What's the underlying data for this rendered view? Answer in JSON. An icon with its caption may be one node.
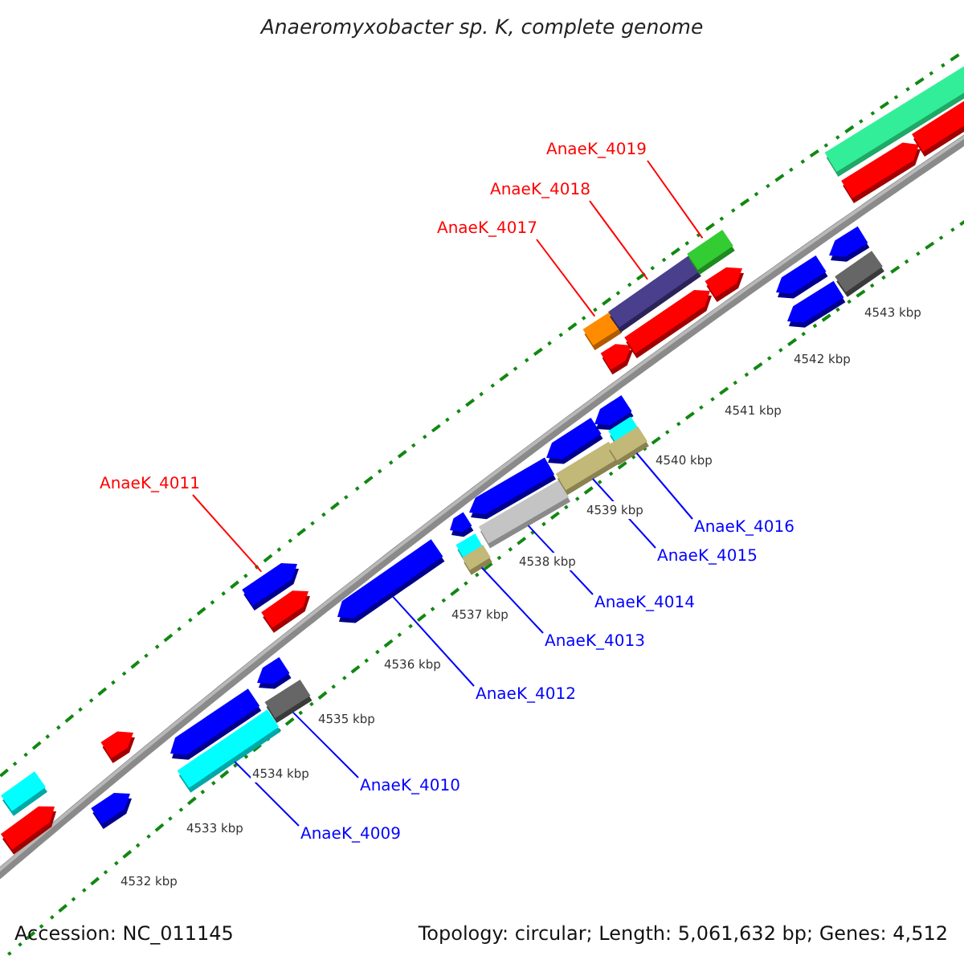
{
  "diagram": {
    "title": "Anaeromyxobacter sp. K, complete genome",
    "nodes": [
      {
        "text": [
          "AnaeK_4019"
        ]
      },
      {
        "text": [
          "AnaeK_4018"
        ]
      },
      {
        "text": [
          "AnaeK_4017"
        ]
      },
      {
        "text": [
          "AnaeK_4011"
        ]
      },
      {
        "text": [
          "AnaeK_4016"
        ]
      },
      {
        "text": [
          "AnaeK_4015"
        ]
      },
      {
        "text": [
          "AnaeK_4014"
        ]
      },
      {
        "text": [
          "AnaeK_4013"
        ]
      },
      {
        "text": [
          "AnaeK_4012"
        ]
      },
      {
        "text": [
          "AnaeK_4010"
        ]
      },
      {
        "text": [
          "AnaeK_4009"
        ]
      },
      {
        "text": [],
        "shape": "box"
      },
      {
        "text": [],
        "shape": "pentagon"
      },
      {
        "text": [],
        "shape": "pentagon"
      },
      {
        "text": [],
        "shape": "pentagon"
      },
      {
        "text": [],
        "shape": "pentagon"
      },
      {
        "text": [],
        "shape": "box"
      },
      {
        "text": [],
        "shape": "pentagon"
      },
      {
        "text": [],
        "shape": "pentagon"
      },
      {
        "text": [],
        "shape": "box"
      },
      {
        "text": [],
        "shape": "pentagon"
      },
      {
        "text": [],
        "shape": "pentagon"
      },
      {
        "text": [],
        "shape": "pentagon"
      },
      {
        "text": [],
        "shape": "box"
      },
      {
        "text": [],
        "shape": "box"
      },
      {
        "text": [],
        "shape": "pentagon"
      },
      {
        "text": [],
        "shape": "box"
      },
      {
        "text": [],
        "shape": "pentagon"
      },
      {
        "text": [],
        "shape": "box"
      },
      {
        "text": [],
        "shape": "box"
      },
      {
        "text": [],
        "shape": "pentagon"
      },
      {
        "text": [],
        "shape": "pentagon"
      },
      {
        "text": [],
        "shape": "box"
      },
      {
        "text": [],
        "shape": "box"
      },
      {
        "text": [],
        "shape": "box"
      },
      {
        "text": [],
        "shape": "pentagon"
      },
      {
        "text": [],
        "shape": "box"
      },
      {
        "text": [],
        "shape": "pentagon"
      },
      {
        "text": [],
        "shape": "pentagon"
      },
      {
        "text": [],
        "shape": "pentagon"
      },
      {
        "text": [],
        "shape": "pentagon"
      },
      {
        "text": [],
        "shape": "box"
      },
      {
        "text": [],
        "shape": "pentagon"
      },
      {
        "text": [],
        "shape": "box"
      },
      {
        "text": [],
        "shape": "pentagon"
      }
    ],
    "edges": [
      {
        "from": 0,
        "to": 36,
        "arrow": "none",
        "color": "#ff0000"
      },
      {
        "from": 1,
        "to": 34,
        "arrow": "none",
        "color": "#ff0000"
      },
      {
        "from": 2,
        "to": 29,
        "arrow": "none",
        "color": "#ff0000"
      },
      {
        "from": 3,
        "to": 18,
        "arrow": "none",
        "color": "#ff0000"
      },
      {
        "from": 4,
        "to": 33,
        "arrow": "none"
      },
      {
        "from": 5,
        "to": 28,
        "arrow": "none"
      },
      {
        "from": 6,
        "to": 26,
        "arrow": "none"
      },
      {
        "from": 7,
        "to": 24,
        "arrow": "none"
      },
      {
        "from": 8,
        "to": 21,
        "arrow": "none"
      },
      {
        "from": 9,
        "to": 19,
        "arrow": "none"
      },
      {
        "from": 10,
        "to": 16,
        "arrow": "none"
      }
    ],
    "labels": [
      "4543 kbp",
      "4542 kbp",
      "4541 kbp",
      "4540 kbp",
      "4539 kbp",
      "4538 kbp",
      "4537 kbp",
      "4536 kbp",
      "4535 kbp",
      "4534 kbp",
      "4533 kbp",
      "4532 kbp",
      "Accession: NC_011145",
      "Topology: circular; Length: 5,061,632 bp; Genes: 4,512"
    ]
  }
}
